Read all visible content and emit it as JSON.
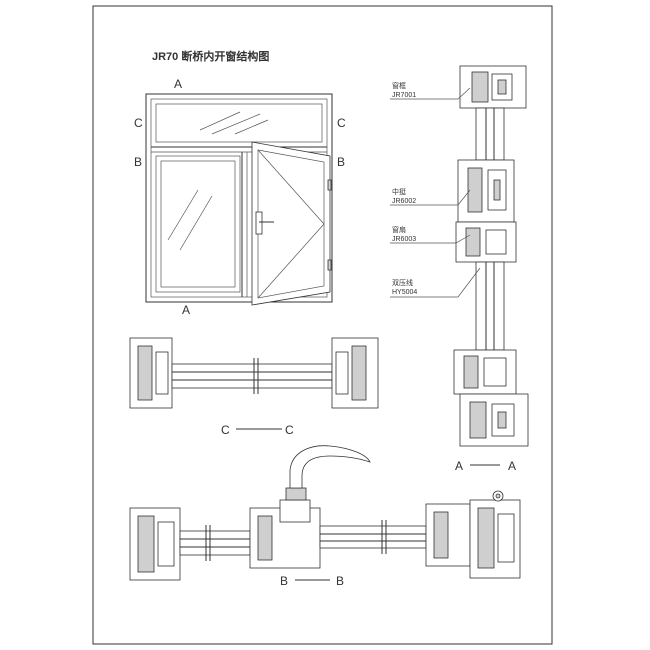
{
  "drawing": {
    "title": "JR70 断桥内开窗结构图",
    "elevation_labels": {
      "a_top": "A",
      "a_bottom": "A",
      "c_left": "C",
      "c_right": "C",
      "b_left": "B",
      "b_right": "B"
    },
    "callouts": [
      {
        "name": "窗框",
        "code": "JR7001"
      },
      {
        "name": "中挺",
        "code": "JR6002"
      },
      {
        "name": "窗扇",
        "code": "JR6003"
      },
      {
        "name": "双压线",
        "code": "HY5004"
      }
    ],
    "section_labels": {
      "aa": {
        "left": "A",
        "right": "A"
      },
      "cc": {
        "left": "C",
        "right": "C"
      },
      "bb": {
        "left": "B",
        "right": "B"
      }
    }
  }
}
